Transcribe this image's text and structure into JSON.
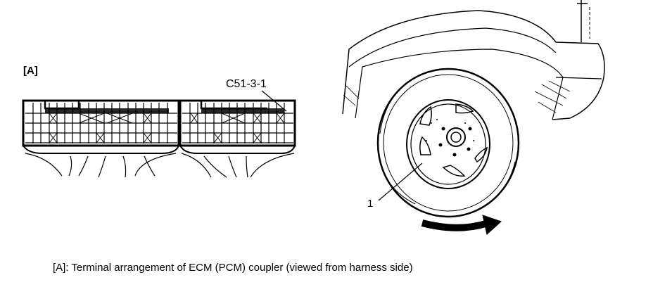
{
  "diagram": {
    "panel_label": "[A]",
    "connector_code": "C51-3-1",
    "callout_number": "1",
    "caption": "[A]:   Terminal arrangement of ECM (PCM) coupler (viewed from harness side)"
  }
}
